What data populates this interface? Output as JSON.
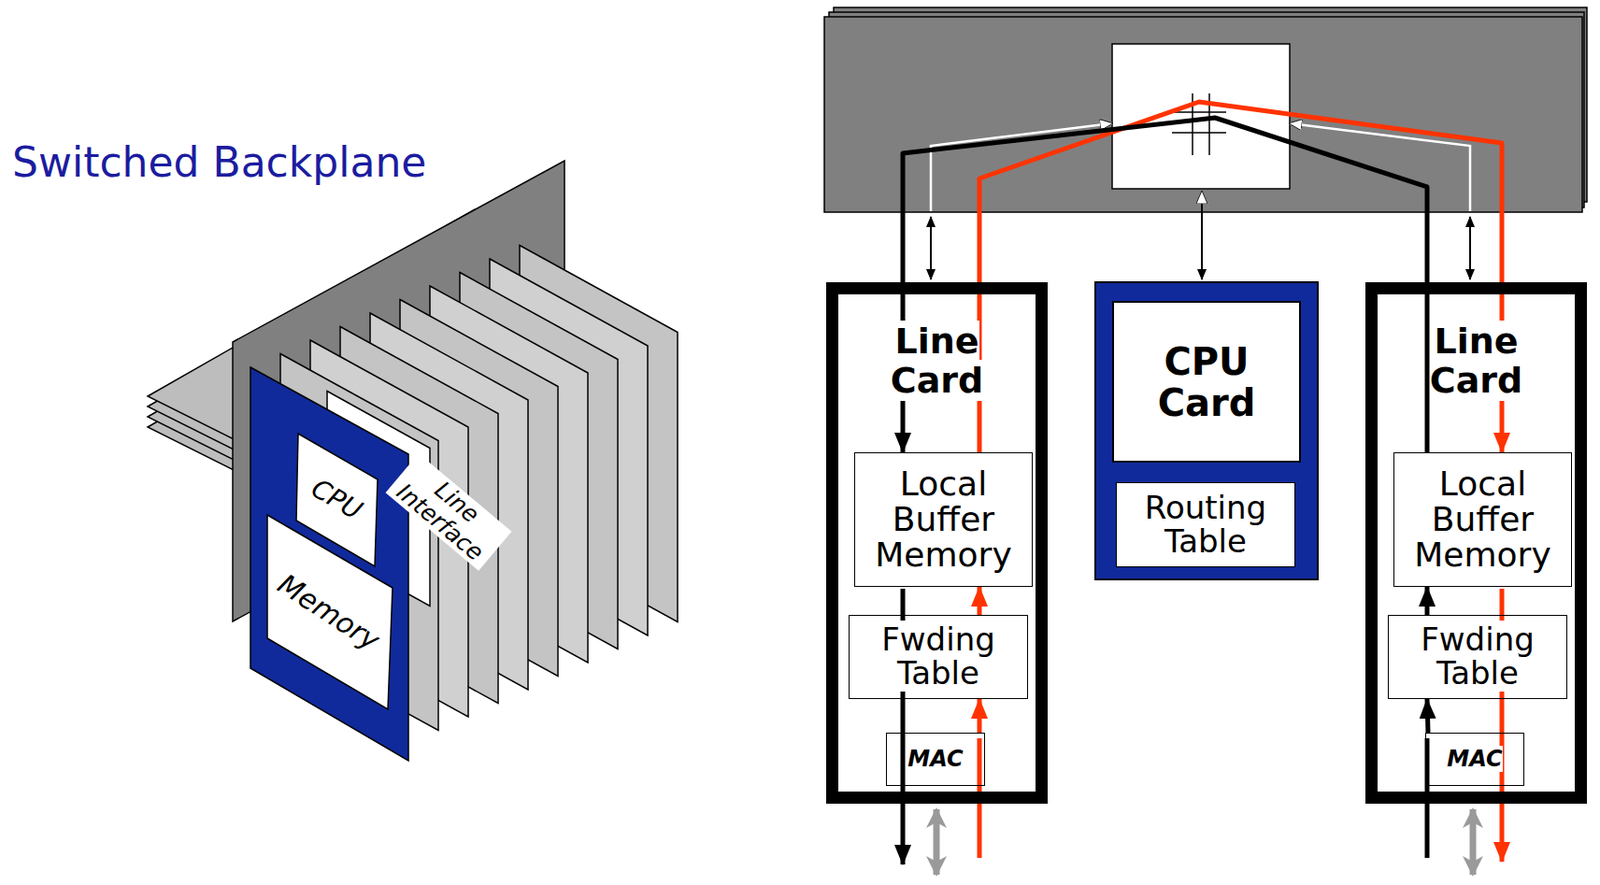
{
  "diagram": {
    "title": "Switched Backplane",
    "nodes": [
      {
        "text": [
          "Line Card"
        ]
      },
      {
        "text": [
          "Local Buffer Memory"
        ],
        "in": 0
      },
      {
        "text": [
          "Fwding Table"
        ],
        "in": 0
      },
      {
        "text": [
          "MAC"
        ],
        "in": 0
      },
      {
        "text": [
          "CPU Card"
        ]
      },
      {
        "text": [
          "Routing Table"
        ],
        "in": 4
      },
      {
        "text": [
          "Line Card"
        ]
      },
      {
        "text": [
          "Local Buffer Memory"
        ],
        "in": 6
      },
      {
        "text": [
          "Fwding Table"
        ],
        "in": 6
      },
      {
        "text": [
          "MAC"
        ],
        "in": 6
      }
    ],
    "edges": [
      {
        "from": 3,
        "to": 2,
        "arrow": "to"
      },
      {
        "from": 2,
        "to": 1,
        "arrow": "to"
      },
      {
        "from": 1,
        "to": 7,
        "arrow": "to"
      },
      {
        "from": 9,
        "to": 8,
        "arrow": "to"
      },
      {
        "from": 8,
        "to": 7,
        "arrow": "to"
      },
      {
        "from": 7,
        "to": 1,
        "arrow": "to"
      }
    ],
    "labels": [
      "CPU",
      "Memory",
      "Line Interface"
    ]
  }
}
